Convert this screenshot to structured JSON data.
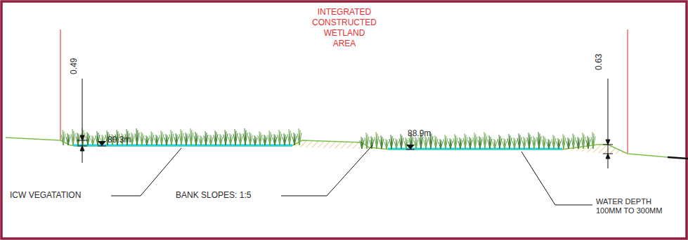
{
  "diagram": {
    "title": "INTEGRATED CONSTRUCTED WETLAND AREA",
    "labels": [
      "0.49",
      "89.3m",
      "88.9m",
      "0.63",
      "ICW VEGATATION",
      "BANK SLOPES: 1:5",
      "WATER DEPTH 100MM TO 300MM"
    ]
  }
}
